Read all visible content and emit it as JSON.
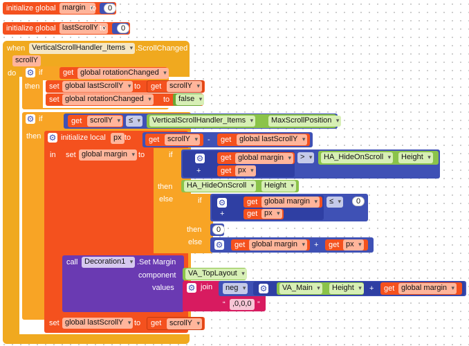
{
  "blocks": {
    "init_margin": {
      "kw": "initialize global",
      "name": "margin",
      "to": "to",
      "value": "0"
    },
    "init_lastscroll": {
      "kw": "initialize global",
      "name": "lastScrollY",
      "to": "to",
      "value": "0"
    },
    "event": {
      "when": "when",
      "component": "VerticalScrollHandler_Items",
      "event": ".ScrollChanged",
      "param": "scrollY",
      "do": "do"
    },
    "if1": {
      "if": "if",
      "get": "get",
      "var": "global rotationChanged",
      "then": "then",
      "set1": {
        "set": "set",
        "var": "global lastScrollY",
        "to": "to",
        "get": "get",
        "val": "scrollY"
      },
      "set2": {
        "set": "set",
        "var": "global rotationChanged",
        "to": "to",
        "val": "false"
      }
    },
    "if2": {
      "if": "if",
      "get": "get",
      "var": "scrollY",
      "op": "≤",
      "component": "VerticalScrollHandler_Items",
      "prop": "MaxScrollPosition",
      "then": "then"
    },
    "local": {
      "kw": "initialize local",
      "name": "px",
      "to": "to",
      "get1": "get",
      "v1": "scrollY",
      "minus": "-",
      "get2": "get",
      "v2": "global lastScrollY",
      "in": "in"
    },
    "setmargin": {
      "set": "set",
      "var": "global margin",
      "to": "to"
    },
    "ifexpr": {
      "if": "if",
      "then": "then",
      "else": "else",
      "sum_get1": "get",
      "sum_v1": "global margin",
      "plus": "+",
      "sum_get2": "get",
      "sum_v2": "px",
      "gt": ">",
      "cmp_comp": "HA_HideOnScroll",
      "cmp_prop": "Height",
      "then_comp": "HA_HideOnScroll",
      "then_prop": "Height"
    },
    "inner": {
      "if": "if",
      "then": "then",
      "else": "else",
      "get1": "get",
      "v1": "global margin",
      "plus": "+",
      "get2": "get",
      "v2": "px",
      "le": "≤",
      "zero": "0",
      "then_val": "0",
      "else_get1": "get",
      "else_v1": "global margin",
      "else_plus": "+",
      "else_get2": "get",
      "else_v2": "px"
    },
    "call": {
      "call": "call",
      "component": "Decoration1",
      "method": ".Set Margin",
      "component_lbl": "component",
      "component_val": "VA_TopLayout",
      "values_lbl": "values",
      "join": "join",
      "neg": "neg",
      "main": "VA_Main",
      "main_prop": "Height",
      "plus": "+",
      "get": "get",
      "gvar": "global margin",
      "q1": "“",
      "str": " ,0,0,0 ",
      "q2": "”"
    },
    "final": {
      "set": "set",
      "var": "global lastScrollY",
      "to": "to",
      "get": "get",
      "val": "scrollY"
    }
  },
  "colors": {
    "variables": "#f4511e",
    "control": "#f8a425",
    "math": "#3f51b5",
    "component": "#8bc34a",
    "procedure_call": "#6a3ab2",
    "text": "#d81b60"
  }
}
